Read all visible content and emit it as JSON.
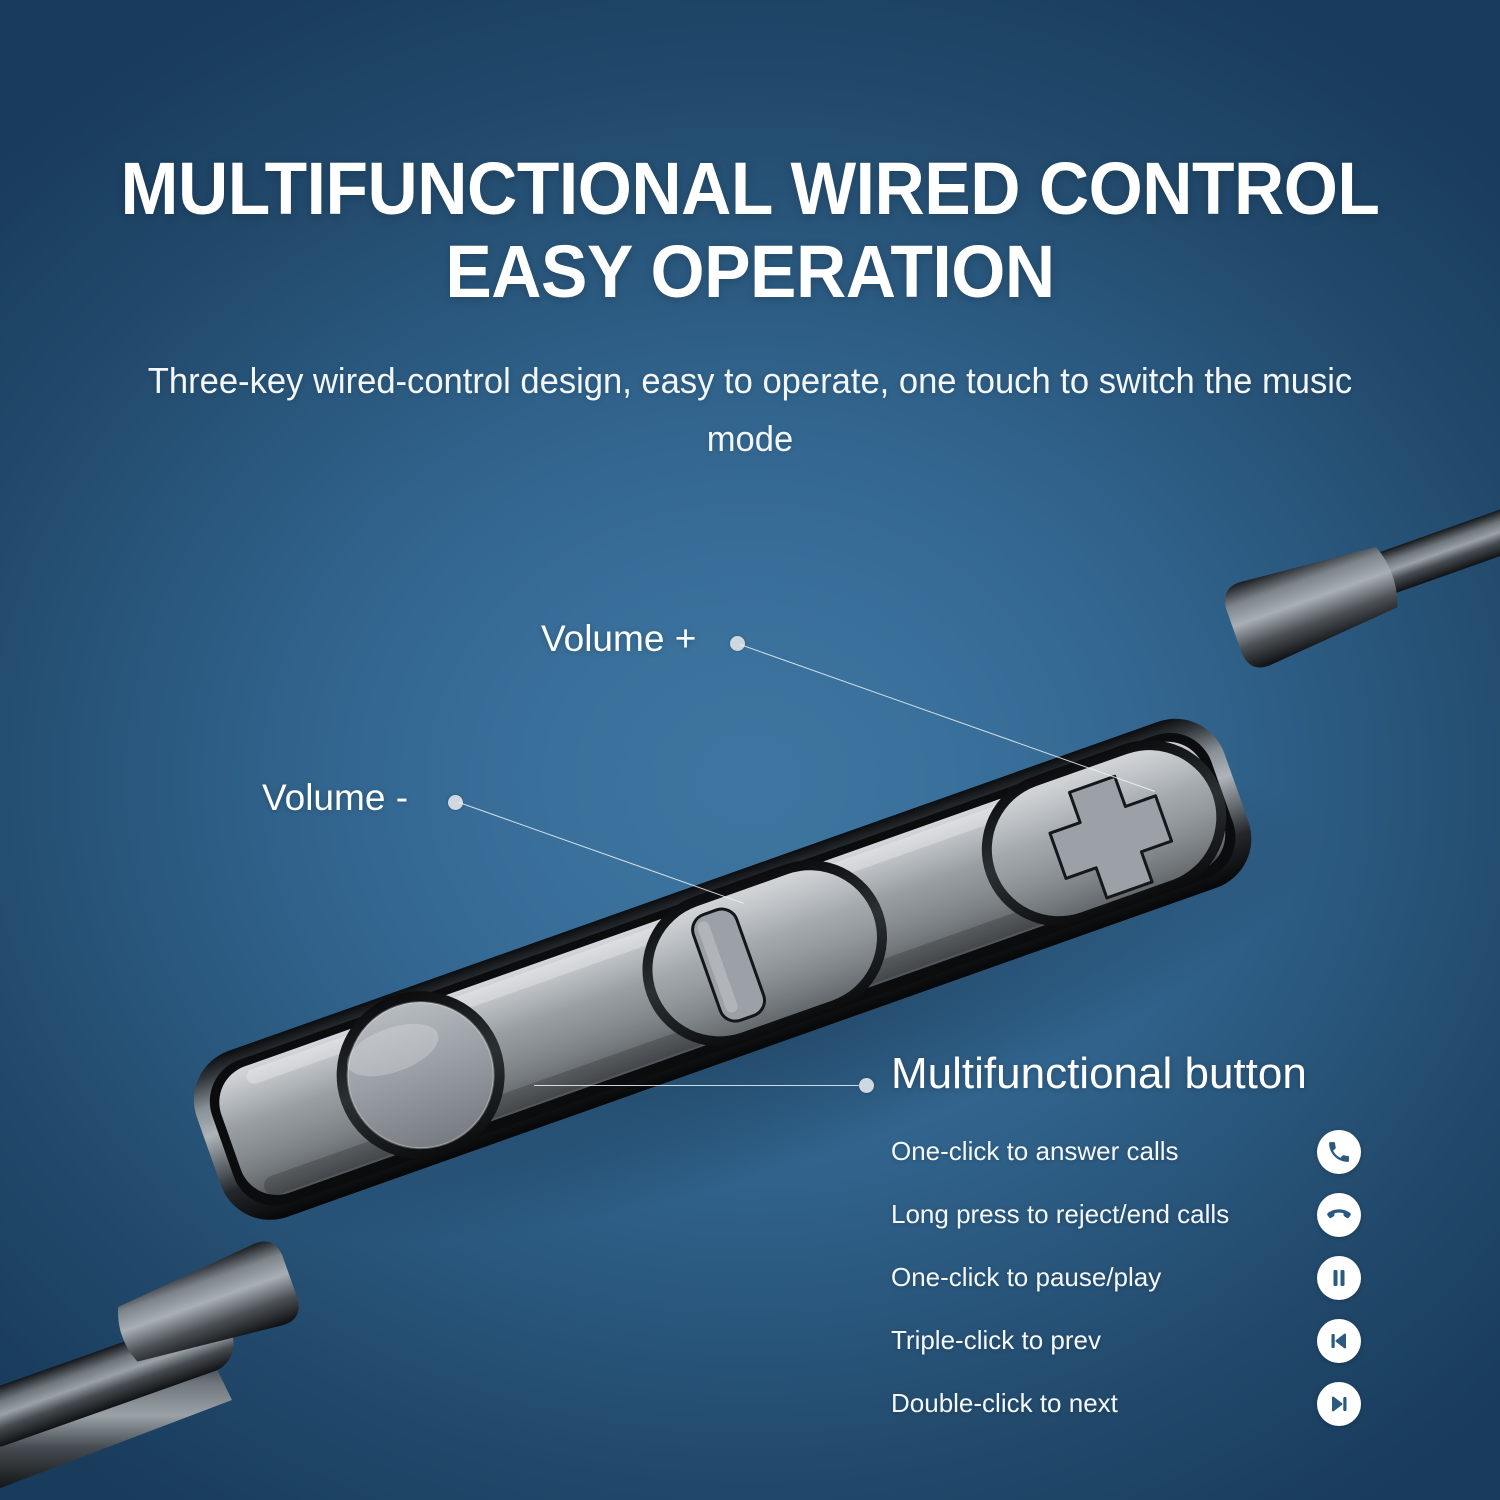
{
  "background": {
    "center_color": "#3a719c",
    "edge_color": "#1c4163"
  },
  "header": {
    "title": "MULTIFUNCTIONAL WIRED CONTROL\nEASY OPERATION",
    "subtitle": "Three-key wired-control design, easy to operate, one touch to switch the music mode"
  },
  "callouts": [
    {
      "id": "volume-plus",
      "label": "Volume +"
    },
    {
      "id": "volume-minus",
      "label": "Volume -"
    }
  ],
  "features": {
    "heading": "Multifunctional button",
    "rows": [
      {
        "text": "One-click to answer calls",
        "icon": "phone-icon"
      },
      {
        "text": "Long press to reject/end calls",
        "icon": "phone-hangup-icon"
      },
      {
        "text": "One-click to pause/play",
        "icon": "pause-icon"
      },
      {
        "text": "Triple-click to prev",
        "icon": "previous-track-icon"
      },
      {
        "text": "Double-click to next",
        "icon": "next-track-icon"
      }
    ]
  },
  "product": {
    "name": "inline-remote-control",
    "body_color": "#8d9297",
    "shell_color": "#2e3236",
    "buttons": [
      {
        "id": "volume-plus-button",
        "glyph": "plus"
      },
      {
        "id": "volume-minus-button",
        "glyph": "minus"
      },
      {
        "id": "multifunction-button",
        "glyph": "circle"
      }
    ]
  }
}
